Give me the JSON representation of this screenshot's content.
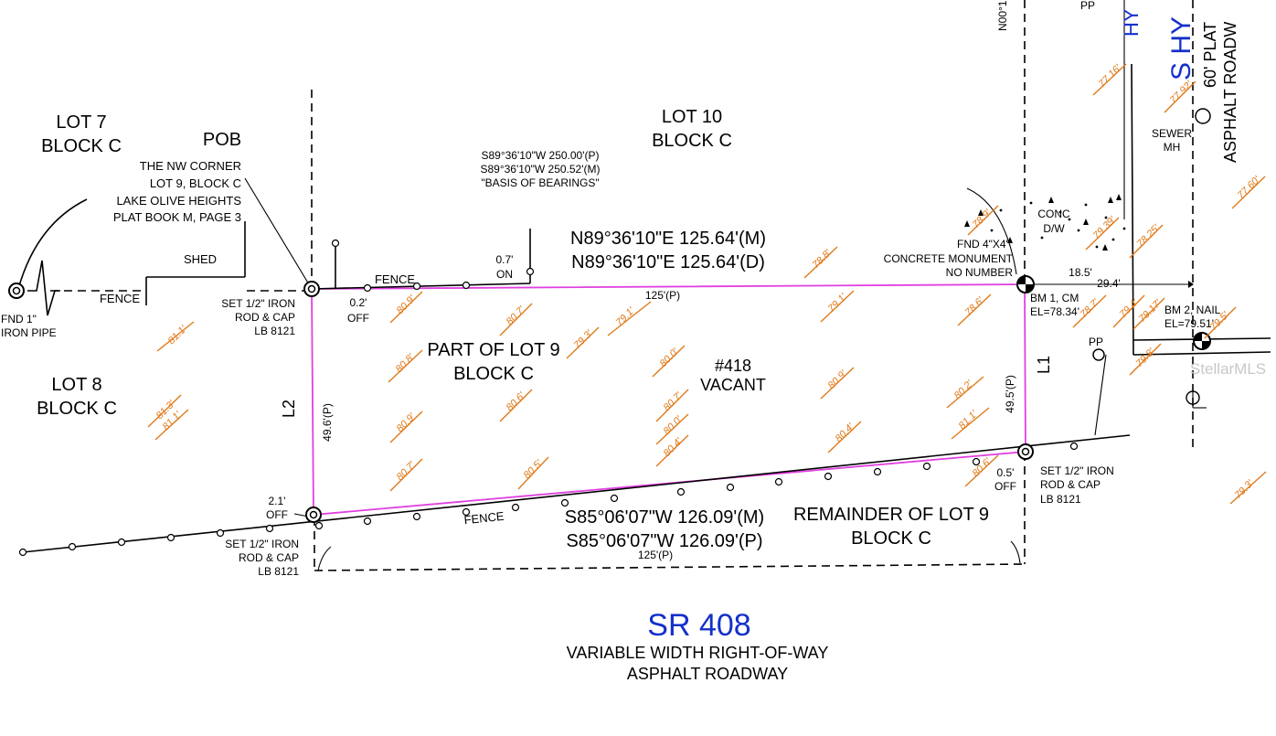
{
  "lots": {
    "lot7": {
      "line1": "LOT 7",
      "line2": "BLOCK C"
    },
    "lot8": {
      "line1": "LOT 8",
      "line2": "BLOCK C"
    },
    "lot10": {
      "line1": "LOT 10",
      "line2": "BLOCK C"
    },
    "part_lot9": {
      "line1": "PART OF LOT 9",
      "line2": "BLOCK C"
    },
    "remainder_lot9": {
      "line1": "REMAINDER OF LOT 9",
      "line2": "BLOCK C"
    },
    "address": {
      "line1": "#418",
      "line2": "VACANT"
    }
  },
  "pob": {
    "title": "POB",
    "lines": [
      "THE NW CORNER",
      "LOT 9, BLOCK C",
      "LAKE OLIVE HEIGHTS",
      "PLAT BOOK M, PAGE 3"
    ]
  },
  "basis_of_bearings": {
    "line1": "S89°36'10\"W  250.00'(P)",
    "line2": "S89°36'10\"W  250.52'(M)",
    "line3": "\"BASIS OF BEARINGS\""
  },
  "bearings": {
    "north_m": "N89°36'10\"E  125.64'(M)",
    "north_d": "N89°36'10\"E  125.64'(D)",
    "north_p": "125'(P)",
    "south_m": "S85°06'07\"W  126.09'(M)",
    "south_p": "S85°06'07\"W  126.09'(P)",
    "south_plat": "125'(P)",
    "west": "49.6'(P)",
    "east": "49.5'(P)"
  },
  "line_labels": {
    "l1": "L1",
    "l2": "L2"
  },
  "notes": {
    "shed": "SHED",
    "fence_west": "FENCE",
    "fence_north": "FENCE",
    "fence_south": "FENCE",
    "off_02": {
      "l1": "0.2'",
      "l2": "OFF"
    },
    "on_07": {
      "l1": "0.7'",
      "l2": "ON"
    },
    "off_21": {
      "l1": "2.1'",
      "l2": "OFF"
    },
    "off_05": {
      "l1": "0.5'",
      "l2": "OFF"
    },
    "iron_nw": {
      "l1": "SET 1/2\" IRON",
      "l2": "ROD & CAP",
      "l3": "LB 8121"
    },
    "iron_sw": {
      "l1": "SET 1/2\" IRON",
      "l2": "ROD & CAP",
      "l3": "LB 8121"
    },
    "iron_se": {
      "l1": "SET 1/2\" IRON",
      "l2": "ROD & CAP",
      "l3": "LB 8121"
    },
    "fnd_pipe": {
      "l1": "FND 1\"",
      "l2": "IRON PIPE"
    },
    "monument": {
      "l1": "CONCRETE MONUMENT",
      "l2": "NO NUMBER"
    },
    "fnd_4x4": "FND 4\"X4\"",
    "conc_dw": {
      "l1": "CONC",
      "l2": "D/W"
    },
    "bm1": {
      "l1": "BM 1, CM",
      "l2": "EL=78.34'"
    },
    "bm2": {
      "l1": "BM 2, NAIL",
      "l2": "EL=79.51'"
    },
    "dist_185": "18.5'",
    "dist_294": "29.4'",
    "sewer": {
      "l1": "SEWER",
      "l2": "MH"
    },
    "pp_east": "PP",
    "pp_top": "PP",
    "n00": "N00°1"
  },
  "roads": {
    "sr408": {
      "name": "SR 408",
      "l1": "VARIABLE WIDTH RIGHT-OF-WAY",
      "l2": "ASPHALT ROADWAY"
    },
    "hy_partial": "HY",
    "s_hy": "S HY",
    "plat_partial": "60' PLAT",
    "asphalt_partial": "ASPHALT ROADW"
  },
  "elevations": {
    "e1": "81.1'",
    "e2": "81.3'",
    "e3": "81.1'",
    "e4": "80.9'",
    "e5": "80.8'",
    "e6": "80.9'",
    "e7": "80.7'",
    "e8": "80.7'",
    "e9": "79.3'",
    "e10": "79.1'",
    "e11": "80.6'",
    "e12": "80.5'",
    "e13": "80.0'",
    "e14": "80.7'",
    "e15": "80.0'",
    "e16": "80.4'",
    "e17": "78.8'",
    "e18": "79.1'",
    "e19": "80.9'",
    "e20": "80.4'",
    "e21": "78.6'",
    "e22": "80.2'",
    "e23": "81.1'",
    "e24": "80.6'",
    "e25": "78.9'",
    "e26": "79.39'",
    "e27": "78.25'",
    "e28": "77.16'",
    "e29": "77.92'",
    "e30": "77.60'",
    "e31": "78.7'",
    "e32": "79.4'",
    "e33": "79.17'",
    "e34": "79.5'",
    "e35": "79.8'",
    "e36": "79.3'"
  },
  "watermark": "StellarMLS",
  "colors": {
    "parcel": "#e040e0",
    "road_label": "#1530c9",
    "elevation": "#e07a1a"
  }
}
